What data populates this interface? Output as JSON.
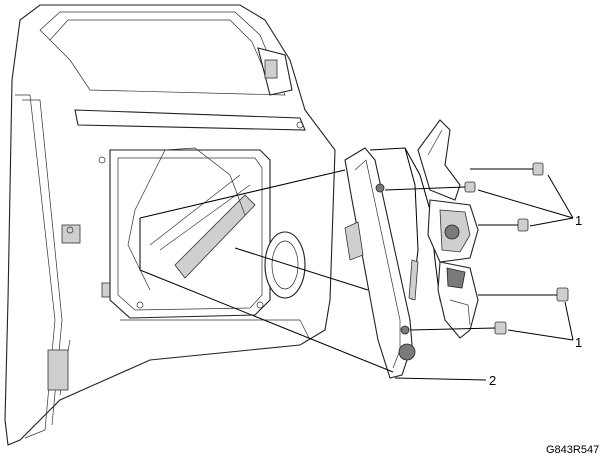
{
  "callouts": {
    "label_1_upper": "1",
    "label_1_lower": "1",
    "label_2": "2"
  },
  "figure_id": "G843R547",
  "icons": {
    "door": "door-inner-panel-illustration",
    "regulator": "window-regulator-illustration",
    "bolt": "bolt-icon"
  }
}
